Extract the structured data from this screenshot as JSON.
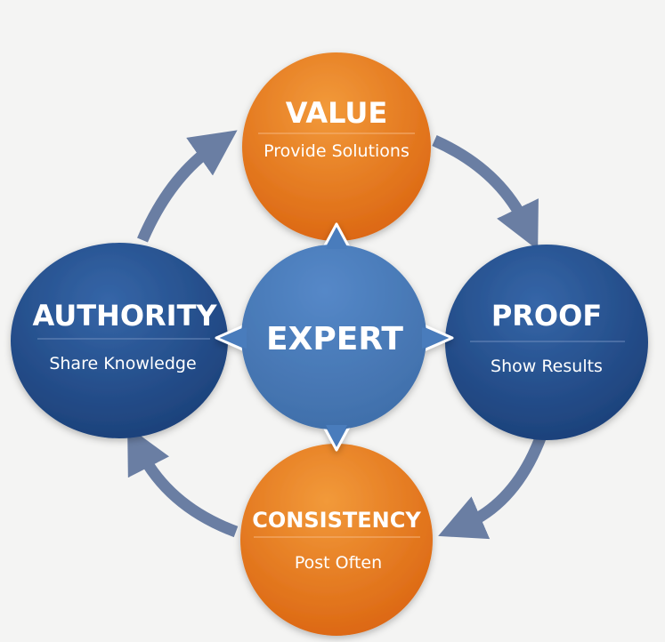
{
  "center": {
    "label": "EXPERT"
  },
  "nodes": [
    {
      "id": "value",
      "title": "VALUE",
      "subtitle": "Provide Solutions",
      "color": "#e8771c"
    },
    {
      "id": "proof",
      "title": "PROOF",
      "subtitle": "Show Results",
      "color": "#24508e"
    },
    {
      "id": "consistency",
      "title": "CONSISTENCY",
      "subtitle": "Post Often",
      "color": "#e8771c"
    },
    {
      "id": "authority",
      "title": "AUTHORITY",
      "subtitle": "Share Knowledge",
      "color": "#24508e"
    }
  ],
  "colors": {
    "arrow": "#6a7ea3",
    "center": "#4a7cbc",
    "background": "#f4f4f3"
  }
}
